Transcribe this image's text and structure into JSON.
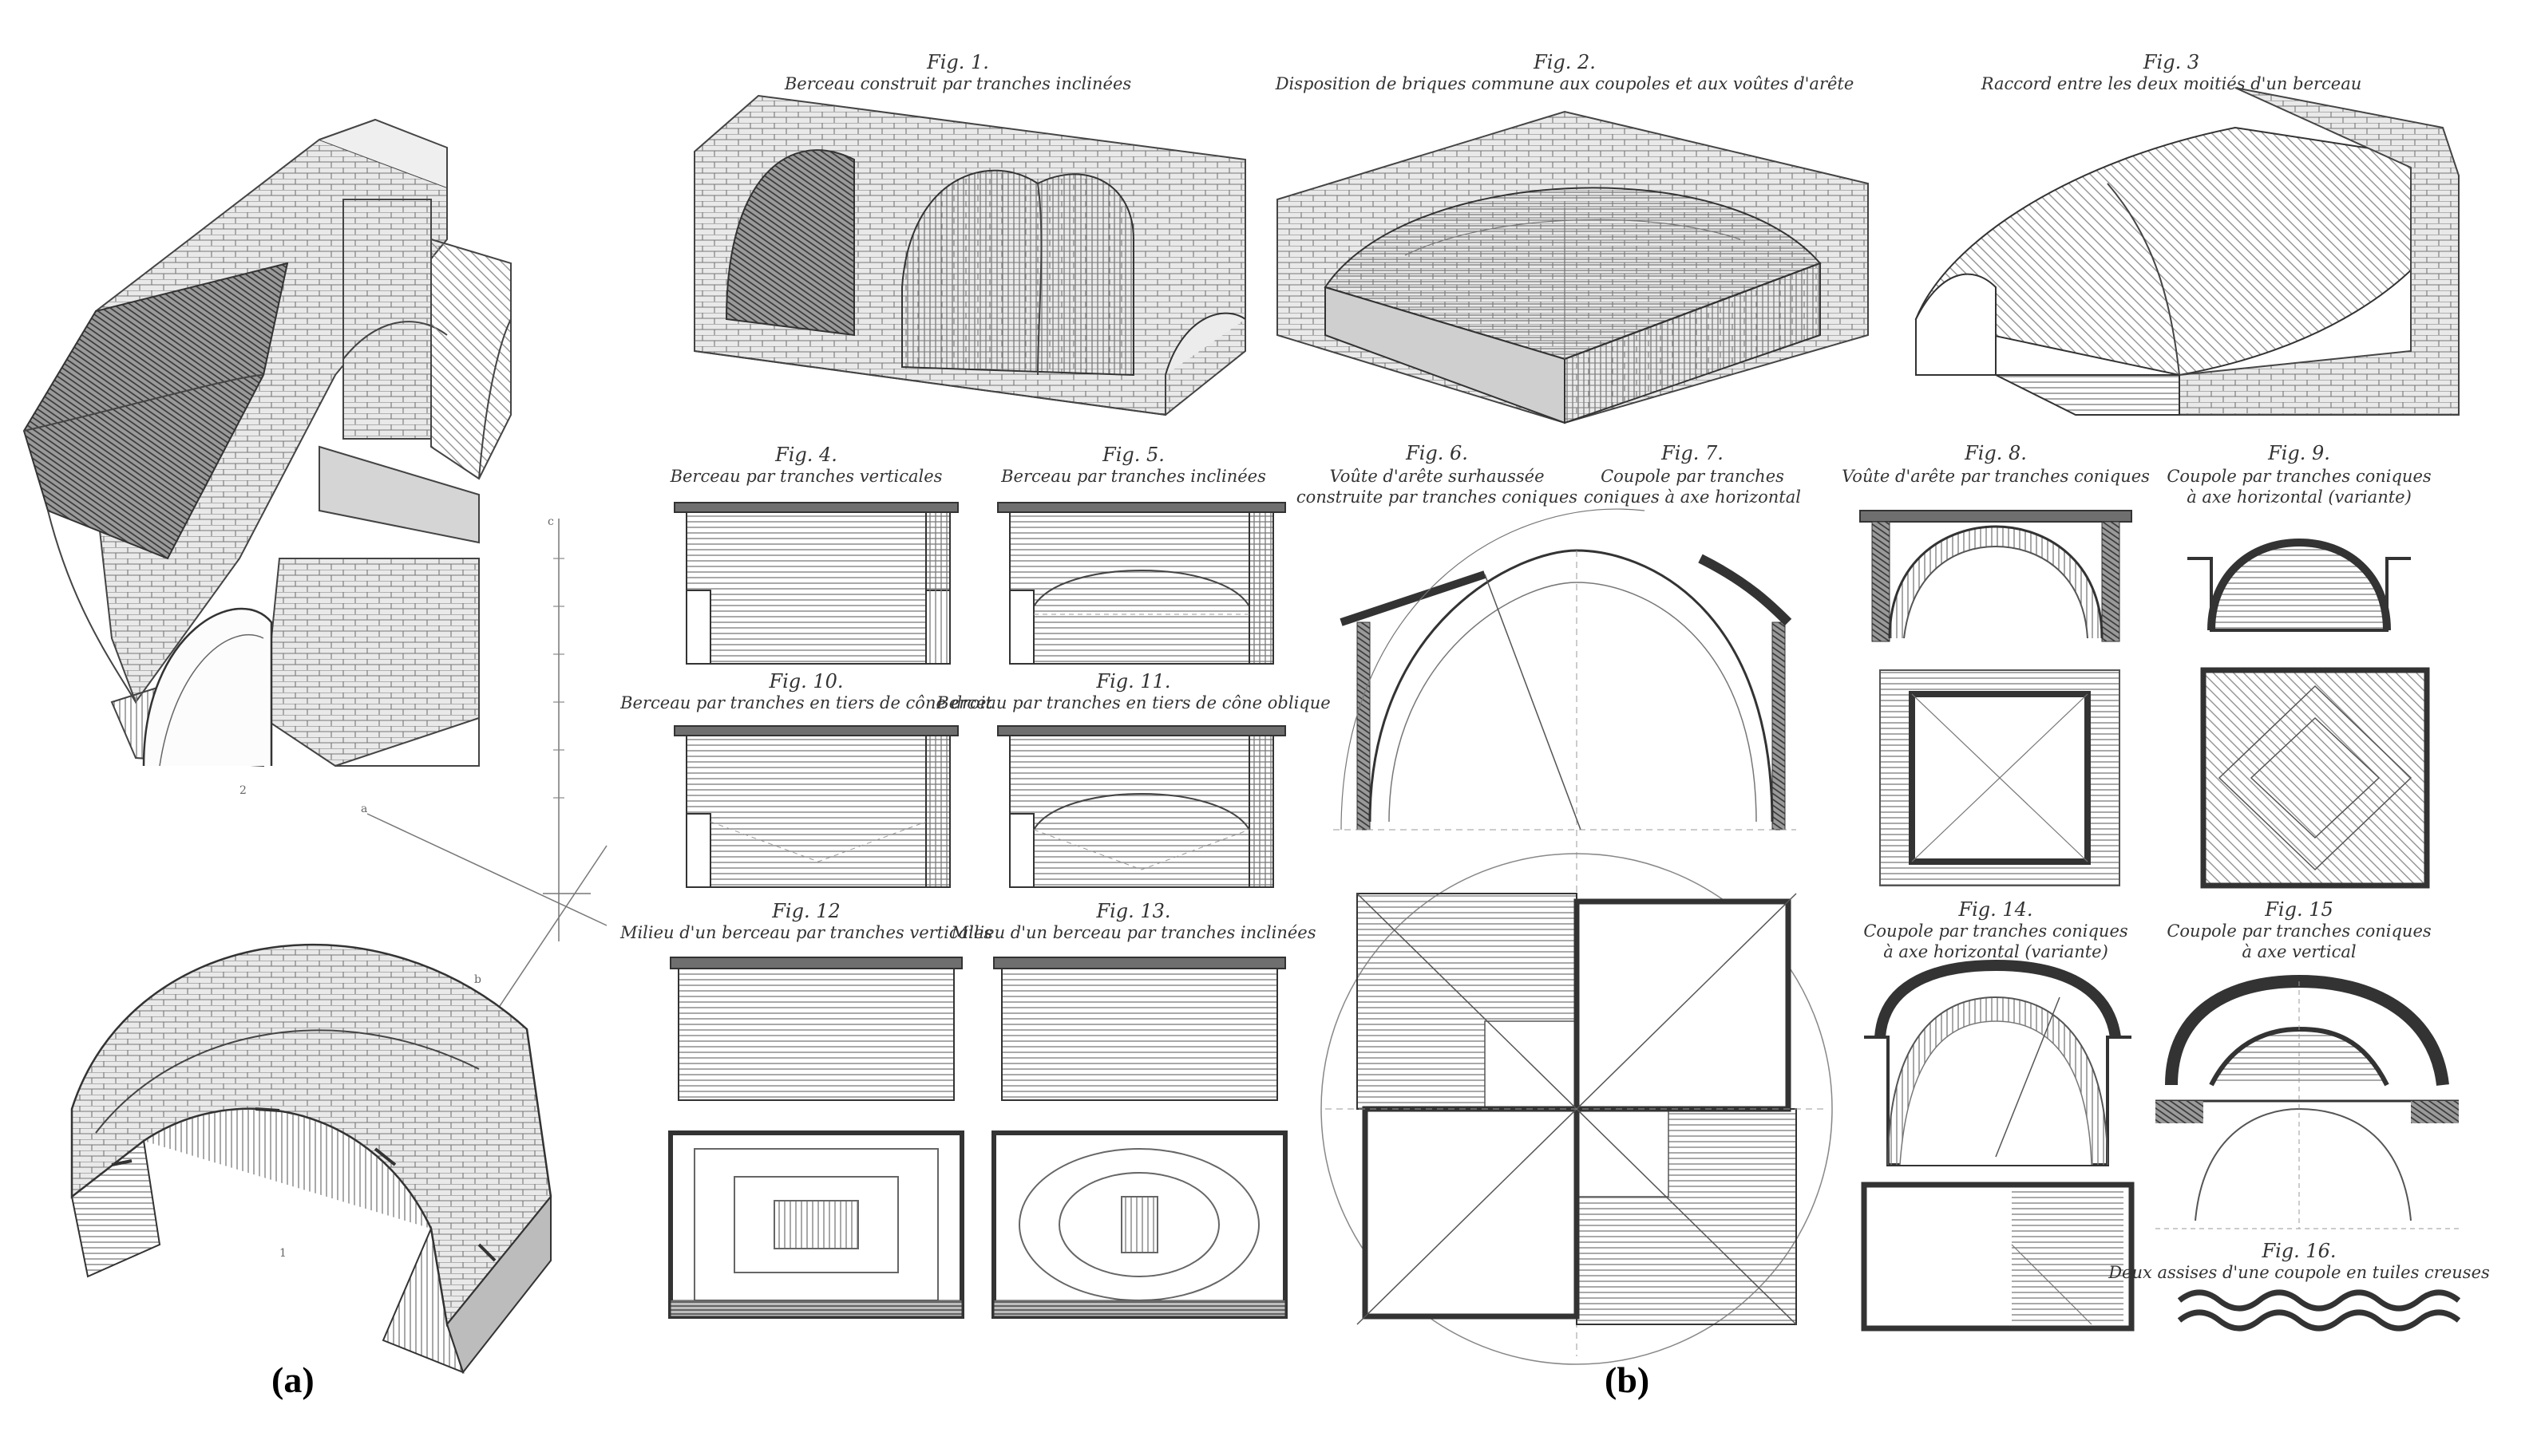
{
  "panel_labels": {
    "a": "(a)",
    "b": "(b)"
  },
  "figures": {
    "f1": {
      "num": "Fig. 1.",
      "title": "Berceau construit par tranches inclinées"
    },
    "f2": {
      "num": "Fig. 2.",
      "title": "Disposition de briques commune aux coupoles et aux voûtes d'arête"
    },
    "f3": {
      "num": "Fig. 3",
      "title": "Raccord entre les deux moitiés d'un berceau"
    },
    "f4": {
      "num": "Fig. 4.",
      "title": "Berceau par tranches verticales"
    },
    "f5": {
      "num": "Fig. 5.",
      "title": "Berceau par tranches inclinées"
    },
    "f6": {
      "num": "Fig. 6.",
      "title": "Voûte d'arête surhaussée",
      "title2": "construite par tranches coniques"
    },
    "f7": {
      "num": "Fig. 7.",
      "title": "Coupole par tranches",
      "title2": "coniques à axe horizontal"
    },
    "f8": {
      "num": "Fig. 8.",
      "title": "Voûte d'arête par tranches coniques"
    },
    "f9": {
      "num": "Fig. 9.",
      "title": "Coupole par tranches coniques",
      "title2": "à axe horizontal (variante)"
    },
    "f10": {
      "num": "Fig. 10.",
      "title": "Berceau par tranches en tiers de cône droit"
    },
    "f11": {
      "num": "Fig. 11.",
      "title": "Berceau par tranches en tiers de cône oblique"
    },
    "f12": {
      "num": "Fig. 12",
      "title": "Milieu d'un berceau par tranches verticales"
    },
    "f13": {
      "num": "Fig. 13.",
      "title": "Milieu d'un berceau par tranches inclinées"
    },
    "f14": {
      "num": "Fig. 14.",
      "title": "Coupole par tranches coniques",
      "title2": "à axe horizontal (variante)"
    },
    "f15": {
      "num": "Fig. 15",
      "title": "Coupole par tranches coniques",
      "title2": "à axe vertical"
    },
    "f16": {
      "num": "Fig. 16.",
      "title": "Deux assises d'une coupole en tuiles creuses"
    }
  },
  "axis_marks": {
    "a": "a",
    "b": "b",
    "c": "c",
    "n2": "2",
    "n1": "1"
  }
}
